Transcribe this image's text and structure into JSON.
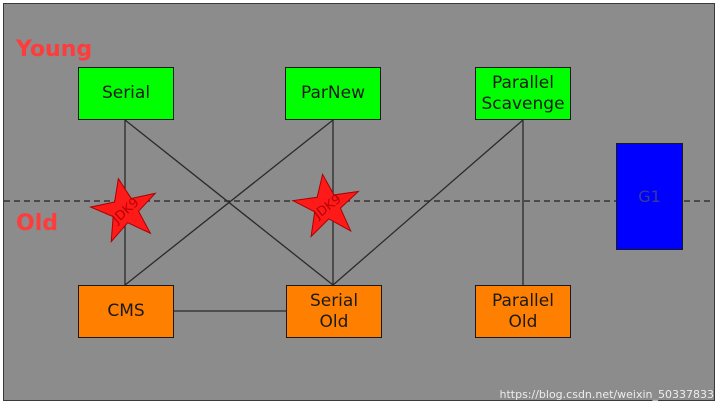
{
  "zones": {
    "young": "Young",
    "old": "Old"
  },
  "collectors": {
    "serial": "Serial",
    "parnew": "ParNew",
    "parallel_scavenge": "Parallel\nScavenge",
    "cms": "CMS",
    "serial_old": "Serial\nOld",
    "parallel_old": "Parallel\nOld",
    "g1": "G1"
  },
  "deprecated_badges": [
    {
      "text": "JDK9",
      "connection": "Serial – CMS"
    },
    {
      "text": "JDK9",
      "connection": "ParNew – Serial Old"
    }
  ],
  "watermark": "https://blog.csdn.net/weixin_50337833",
  "colors": {
    "young_gen": "#00ff00",
    "old_gen": "#ff8000",
    "g1": "#0000ff",
    "background": "#8c8c8c",
    "zone_label": "#ff3b3b",
    "badge": "#ff1a1a"
  }
}
